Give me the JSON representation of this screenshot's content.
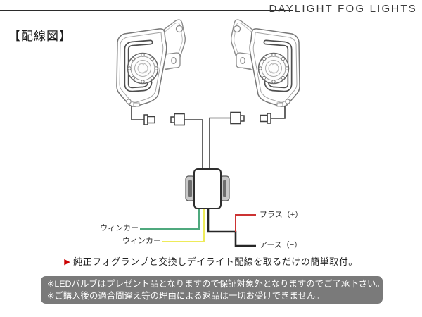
{
  "header": {
    "title": "DAYLIGHT FOG LIGHTS"
  },
  "diagram": {
    "section_title": "【配線図】",
    "wire_labels": {
      "turn_signal_green": "ウィンカー",
      "turn_signal_yellow": "ウィンカー",
      "plus": "プラス（+）",
      "earth": "アース（−）"
    },
    "colors": {
      "wire_green": "#4fa97e",
      "wire_yellow": "#eeeb5a",
      "wire_red": "#cc3333",
      "wire_black": "#262626",
      "line_art": "#777777",
      "arrow_red": "#cc0000",
      "warning_bg": "#7a7a7a"
    }
  },
  "notes": {
    "arrow_glyph": "▶",
    "install_note": "純正フォグランプと交換しデイライト配線を取るだけの簡単取付。"
  },
  "warning": {
    "line1": "※LEDバルブはプレゼント品となりますので保証対象外となりますのでご了承下さい。",
    "line2": "※ご購入後の適合間違え等の理由による返品は一切お受けできません。"
  }
}
